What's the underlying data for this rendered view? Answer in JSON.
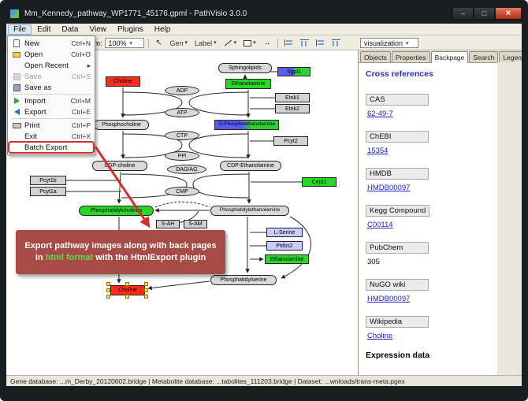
{
  "window": {
    "title": "Mm_Kennedy_pathway_WP1771_45176.gpml - PathVisio 3.0.0"
  },
  "icons": {
    "dropdown": "▾",
    "submenu_arrow": "▸",
    "close": "×",
    "minimize": "–",
    "maximize": "□",
    "pointer": "↖",
    "undo": "↶",
    "connector": "→"
  },
  "menubar": {
    "items": [
      "File",
      "Edit",
      "Data",
      "View",
      "Plugins",
      "Help"
    ],
    "open_item": "File"
  },
  "toolbar": {
    "zoom_label": "Zoom:",
    "zoom_value": "100%",
    "gen_button": "Gen",
    "label_button": "Label",
    "visualization_value": "visualization"
  },
  "file_menu": {
    "items": [
      {
        "label": "New",
        "shortcut": "Ctrl+N"
      },
      {
        "label": "Open",
        "shortcut": "Ctrl+O"
      },
      {
        "label": "Open Recent",
        "shortcut": ""
      },
      {
        "label": "Save",
        "shortcut": "Ctrl+S"
      },
      {
        "label": "Save as",
        "shortcut": ""
      },
      {
        "label": "Import",
        "shortcut": "Ctrl+M"
      },
      {
        "label": "Export",
        "shortcut": "Ctrl+E"
      },
      {
        "label": "Print",
        "shortcut": "Ctrl+P"
      },
      {
        "label": "Exit",
        "shortcut": "Ctrl+X"
      },
      {
        "label": "Batch Export",
        "shortcut": ""
      }
    ]
  },
  "annotation": {
    "callout_before": "Export pathway images along with back pages in ",
    "callout_highlight": "html format",
    "callout_after": " with the HtmlExport plugin",
    "highlight_color": "#55e049",
    "box_color": "#a84a46",
    "accent_color": "#cc2222"
  },
  "side_panel": {
    "tabs": [
      "Objects",
      "Properties",
      "Backpage",
      "Search",
      "Legend"
    ],
    "active_tab": "Backpage",
    "title": "Cross references",
    "sections": [
      {
        "name": "CAS",
        "value": "62-49-7",
        "is_link": true
      },
      {
        "name": "ChEBI",
        "value": "15354",
        "is_link": true
      },
      {
        "name": "HMDB",
        "value": "HMDB00097",
        "is_link": true
      },
      {
        "name": "Kegg Compound",
        "value": "C00114",
        "is_link": true
      },
      {
        "name": "PubChem",
        "value": "305",
        "is_link": false
      },
      {
        "name": "NuGO wiki",
        "value": "HMDB00097",
        "is_link": true
      },
      {
        "name": "Wikipedia",
        "value": "Choline",
        "is_link": true
      }
    ],
    "footer": "Expression data"
  },
  "statusbar": {
    "text": "Gene database: ...m_Derby_20120602.bridge | Metabolite database: ...tabolites_111203.bridge | Dataset: ...wnloads/trans-meta.pgex"
  },
  "pathway": {
    "nodes": [
      {
        "label": "Sphingolipids"
      },
      {
        "label": "Sgpl1"
      },
      {
        "label": "Choline"
      },
      {
        "label": "Ethanolamine"
      },
      {
        "label": "ADP"
      },
      {
        "label": "Etnk1"
      },
      {
        "label": "Etnk2"
      },
      {
        "label": "ATP"
      },
      {
        "label": "Phosphocholine"
      },
      {
        "label": "O-Phosphoethanolamine"
      },
      {
        "label": "CTP"
      },
      {
        "label": "Pcyt2"
      },
      {
        "label": "PPi"
      },
      {
        "label": "CDP-choline"
      },
      {
        "label": "DAG/AG"
      },
      {
        "label": "CDP-Ethanolamine"
      },
      {
        "label": "Pcyt1b"
      },
      {
        "label": "Pcyt1a"
      },
      {
        "label": "Cept1"
      },
      {
        "label": "CMP"
      },
      {
        "label": "Phosphatidylcholines"
      },
      {
        "label": "Phosphatidylethanolamine"
      },
      {
        "label": "S-AH"
      },
      {
        "label": "S-AM"
      },
      {
        "label": "L-Serine"
      },
      {
        "label": "Ptdss2"
      },
      {
        "label": "Ethanolamine"
      },
      {
        "label": "Phosphatidylserine"
      },
      {
        "label": "Choline"
      }
    ]
  }
}
